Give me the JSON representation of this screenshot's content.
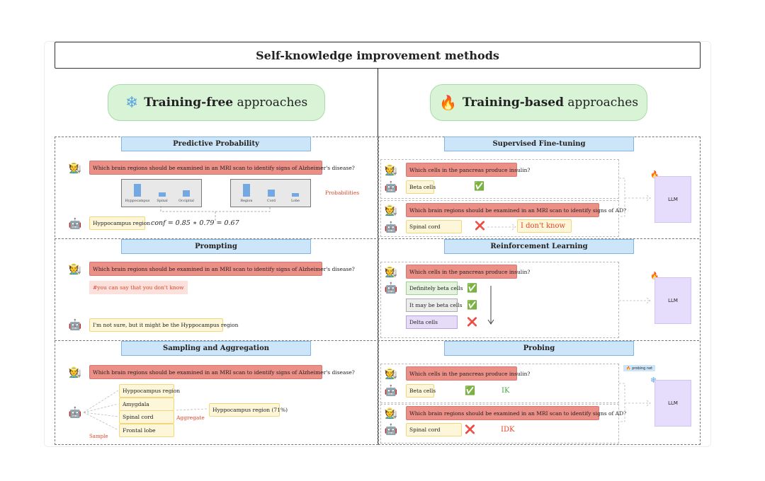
{
  "title": "Self-knowledge improvement methods",
  "left_header": {
    "icon": "snowflake-icon",
    "bold": "Training-free",
    "rest": " approaches"
  },
  "right_header": {
    "icon": "fire-icon",
    "bold": "Training-based",
    "rest": " approaches"
  },
  "predictive": {
    "title": "Predictive Probability",
    "question": "Which brain regions should be examined in an MRI scan to identify signs of Alzheimer's disease?",
    "chart1_labels": [
      "Hyppocampus",
      "Spinal",
      "Occipital"
    ],
    "chart1_values": [
      1.0,
      0.3,
      0.5
    ],
    "chart2_labels": [
      "Region",
      "Cord",
      "Lobe"
    ],
    "chart2_values": [
      1.0,
      0.55,
      0.3
    ],
    "probabilities_label": "Probabilities",
    "answer": "Hyppocampus region",
    "formula": "conf = 0.85 ∗ 0.79 = 0.67"
  },
  "prompting": {
    "title": "Prompting",
    "question": "Which brain regions should be examined in an MRI scan to identify signs of Alzheimer's disease?",
    "hint": "#you can say that you don't know",
    "answer": "I'm not sure, but it might be the Hyppocampus region"
  },
  "sampling": {
    "title": "Sampling and Aggregation",
    "question": "Which brain regions should be examined in an MRI scan to identify signs of Alzheimer's disease?",
    "samples": [
      "Hyppocampus region",
      "Amygdala",
      "Spinal cord",
      "Frontal lobe"
    ],
    "sample_label": "Sample",
    "aggregate_label": "Aggregate",
    "result": "Hyppocampus region (71%)"
  },
  "sft": {
    "title": "Supervised Fine-tuning",
    "q1": "Which cells in the pancreas produce insulin?",
    "a1": "Beta cells",
    "q2": "Which brain regions should be examined in an MRI scan to identify signs of AD?",
    "a2": "Spinal cord",
    "idk": "I don't know",
    "llm": "LLM"
  },
  "rl": {
    "title": "Reinforcement Learning",
    "q1": "Which cells in the pancreas produce insulin?",
    "answers": [
      "Definitely beta cells",
      "It may be beta cells",
      "Delta cells"
    ],
    "llm": "LLM"
  },
  "probing": {
    "title": "Probing",
    "probe_label": "probing net",
    "q1": "Which cells in the pancreas produce insulin?",
    "a1": "Beta cells",
    "ik": "IK",
    "q2": "Which brain regions should be examined in an MRI scan to identify signs of AD?",
    "a2": "Spinal cord",
    "idk": "IDK",
    "llm": "LLM"
  },
  "colors": {
    "question": "#ec8f86",
    "answer": "#fdf6d9",
    "section": "#cde5f8",
    "header": "#d9f3d6",
    "llm": "#e6dcfb"
  }
}
